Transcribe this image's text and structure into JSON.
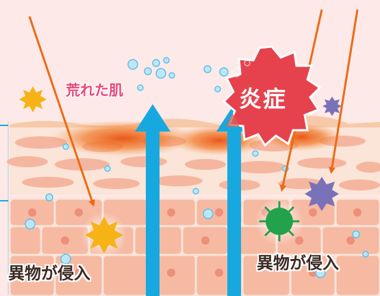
{
  "labels": {
    "rough_skin": "荒れた肌",
    "inflammation": "炎症",
    "foreign_left": "異物が侵入",
    "foreign_right": "異物が侵入"
  },
  "colors": {
    "background": "#fde9e7",
    "skin_surface": "#fbe4d8",
    "cell": "#f6b9a2",
    "nucleus": "#ee8f7a",
    "arrow_up": "#18a8e0",
    "arrow_in": "#ec6a12",
    "inflammation_badge": "#e5424e",
    "rough_label": "#e8467a",
    "germ_yellow": "#f5b316",
    "germ_green": "#22a24a",
    "germ_purple": "#7a72b8"
  },
  "icons": [
    "yellow-germ-icon",
    "green-germ-icon",
    "purple-germ-icon",
    "water-droplet-icon",
    "inflammation-burst-icon"
  ]
}
